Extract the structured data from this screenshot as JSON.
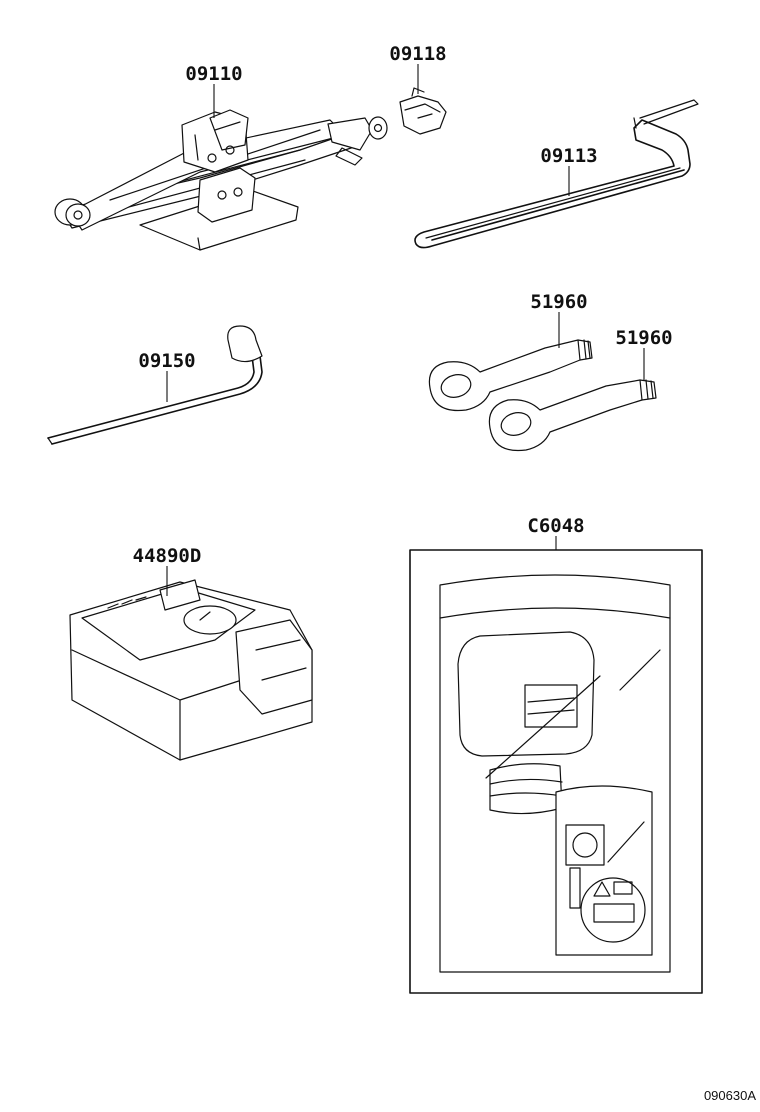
{
  "parts": [
    {
      "id": "jack",
      "number": "09110"
    },
    {
      "id": "jack-handle-adapter",
      "number": "09118"
    },
    {
      "id": "jack-handle",
      "number": "09113"
    },
    {
      "id": "wheel-nut-wrench",
      "number": "09150"
    },
    {
      "id": "towing-eye-a",
      "number": "51960"
    },
    {
      "id": "towing-eye-b",
      "number": "51960"
    },
    {
      "id": "compressor",
      "number": "44890D"
    },
    {
      "id": "sealant-kit",
      "number": "C6048"
    }
  ],
  "diagram_ref": "090630A"
}
